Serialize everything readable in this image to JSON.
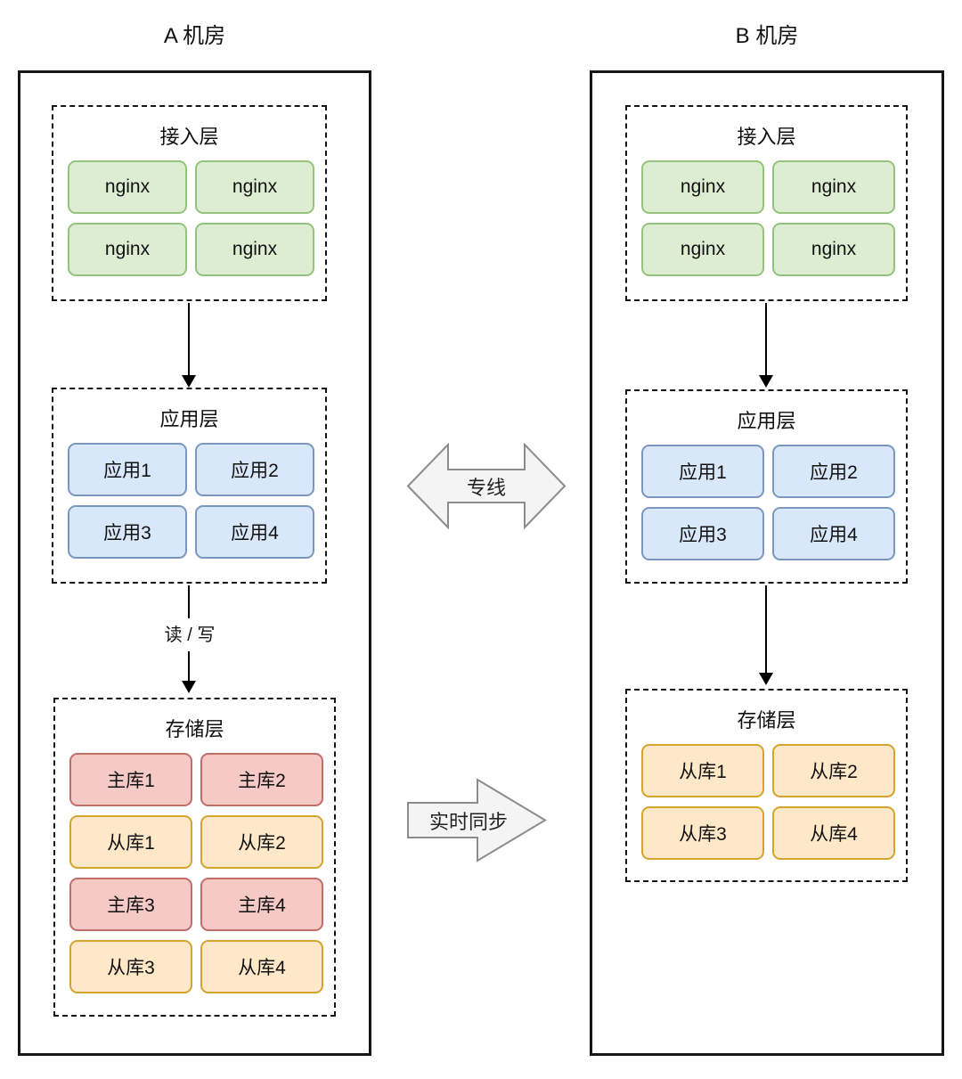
{
  "colors": {
    "green-fill": "#dcedd2",
    "green-stroke": "#94c37c",
    "blue-fill": "#d8e7f9",
    "blue-stroke": "#7b97be",
    "red-fill": "#f5c9c6",
    "red-stroke": "#c26e68",
    "orange-fill": "#ffe8c7",
    "orange-stroke": "#d5a32f",
    "arrow-fill": "#f4f4f4",
    "arrow-stroke": "#8c8c8c"
  },
  "datacenter_a": {
    "title": "A 机房",
    "access": {
      "label": "接入层",
      "nodes": [
        "nginx",
        "nginx",
        "nginx",
        "nginx"
      ]
    },
    "app": {
      "label": "应用层",
      "nodes": [
        "应用1",
        "应用2",
        "应用3",
        "应用4"
      ]
    },
    "storage": {
      "label": "存储层",
      "nodes": [
        "主库1",
        "主库2",
        "从库1",
        "从库2",
        "主库3",
        "主库4",
        "从库3",
        "从库4"
      ]
    },
    "read_write_label": "读 / 写"
  },
  "datacenter_b": {
    "title": "B 机房",
    "access": {
      "label": "接入层",
      "nodes": [
        "nginx",
        "nginx",
        "nginx",
        "nginx"
      ]
    },
    "app": {
      "label": "应用层",
      "nodes": [
        "应用1",
        "应用2",
        "应用3",
        "应用4"
      ]
    },
    "storage": {
      "label": "存储层",
      "nodes": [
        "从库1",
        "从库2",
        "从库3",
        "从库4"
      ]
    }
  },
  "connections": {
    "dedicated_line_label": "专线",
    "realtime_sync_label": "实时同步"
  }
}
